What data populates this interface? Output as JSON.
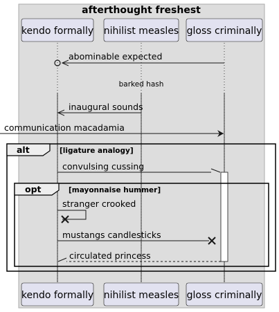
{
  "box": {
    "title": "afterthought freshest",
    "fill": "#dddddd"
  },
  "participants": [
    {
      "id": "kendo",
      "name": "kendo formally"
    },
    {
      "id": "nihilist",
      "name": "nihilist measles"
    },
    {
      "id": "gloss",
      "name": "gloss criminally"
    }
  ],
  "messages": [
    {
      "text": "abominable expected",
      "from": "gloss",
      "to": "kendo",
      "arrow": "open-circle"
    },
    {
      "text": "barked hash",
      "kind": "divider-note"
    },
    {
      "text": "inaugural sounds",
      "from": "nihilist",
      "to": "kendo"
    },
    {
      "text": "communication macadamia",
      "from": "outside",
      "to": "gloss"
    },
    {
      "text": "convulsing cussing",
      "from": "kendo",
      "to": "gloss"
    },
    {
      "text": "stranger crooked",
      "from": "kendo",
      "to": "kendo",
      "arrow": "destroy"
    },
    {
      "text": "mustangs candlesticks",
      "from": "kendo",
      "to": "gloss",
      "arrow": "destroy"
    },
    {
      "text": "circulated princess",
      "from": "gloss",
      "to": "kendo",
      "style": "dashed"
    }
  ],
  "fragments": [
    {
      "keyword": "alt",
      "condition": "[ligature analogy]"
    },
    {
      "keyword": "opt",
      "condition": "[mayonnaise hummer]"
    }
  ],
  "colors": {
    "participant_fill": "#e2e2f0",
    "participant_border": "#181818",
    "lifeline": "#181818",
    "activation_fill": "#ffffff"
  }
}
